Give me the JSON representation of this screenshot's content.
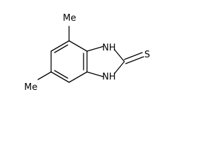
{
  "molecule": {
    "atoms": {
      "methyl_top": "Me",
      "methyl_bottom": "Me",
      "nh_top": "NH",
      "nh_bottom": "NH",
      "sulfur": "S"
    }
  },
  "colors": {
    "bond": "#000000",
    "label": "#000000",
    "background": "#ffffff"
  }
}
